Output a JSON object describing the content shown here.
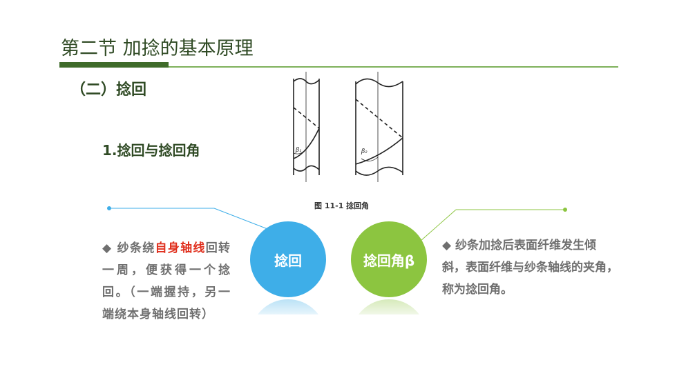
{
  "slide": {
    "title": "第二节  加捻的基本原理",
    "subtitle": "（二）捻回",
    "point1": "1.捻回与捻回角"
  },
  "figure": {
    "caption": "图 11-1   捻回角",
    "label_left": "β₁",
    "label_right": "β₂"
  },
  "bubbles": {
    "left_label": "捻回",
    "right_label": "捻回角β"
  },
  "left_note": {
    "bullet": "◆",
    "before": " 纱条绕",
    "highlight": "自身轴线",
    "after": "回转一周，便获得一个捻回。（一端握持，另一端绕本身轴线回转）"
  },
  "right_note": {
    "bullet": "◆",
    "text": " 纱条加捻后表面纤维发生倾斜，表面纤维与纱条轴线的夹角，称为捻回角。"
  },
  "colors": {
    "title": "#2f4a24",
    "accent_dark": "#3f6b2a",
    "accent_light": "#7db05a",
    "blue": "#3eaee8",
    "green": "#8cc540",
    "highlight": "#e0301e"
  }
}
